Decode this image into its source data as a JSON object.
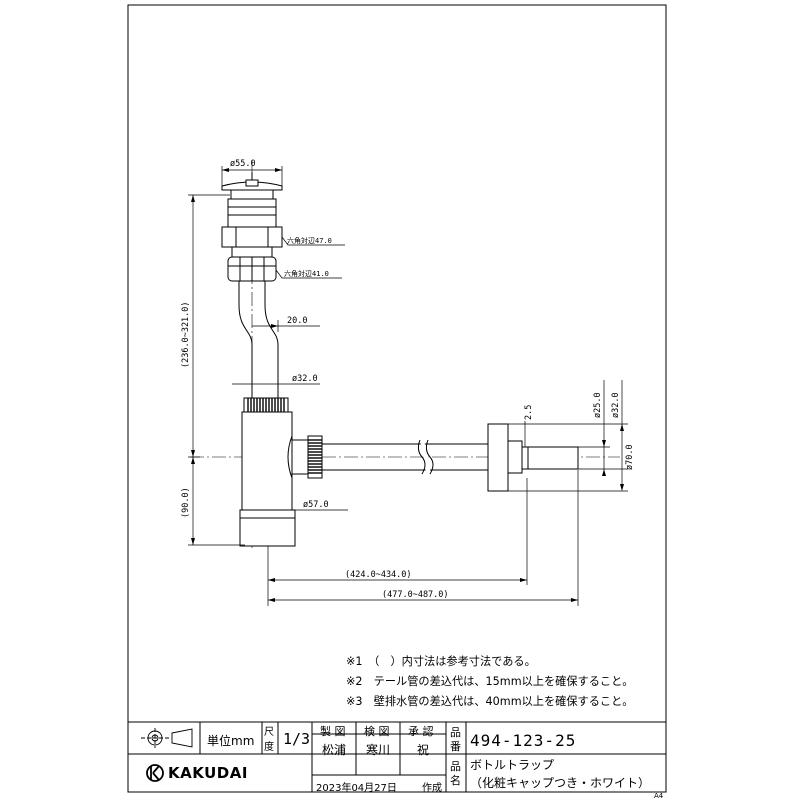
{
  "dimensions": {
    "d55": "ø55.0",
    "hex47": "六角対辺47.0",
    "hex41": "六角対辺41.0",
    "offset20": "20.0",
    "d32a": "ø32.0",
    "height_range": "(236.0~321.0)",
    "d57": "ø57.0",
    "h90": "(90.0)",
    "len_inner": "(424.0~434.0)",
    "len_outer": "(477.0~487.0)",
    "t2_5": "2.5",
    "d25": "ø25.0",
    "d32b": "ø32.0",
    "d70": "ø70.0"
  },
  "notes": [
    "※1　（　）内寸法は参考寸法である。",
    "※2　テール管の差込代は、15mm以上を確保すること。",
    "※3　壁排水管の差込代は、40mm以上を確保すること。"
  ],
  "title_block": {
    "unit_label": "単位mm",
    "scale_label_1": "尺",
    "scale_label_2": "度",
    "scale_value": "1/3",
    "drafted_label": "製 図",
    "checked_label": "検 図",
    "approved_label": "承 認",
    "drafted_by": "松浦",
    "checked_by": "寒川",
    "approved_by": "祝",
    "part_no_label_1": "品",
    "part_no_label_2": "番",
    "part_no": "494-123-25",
    "name_label_1": "品",
    "name_label_2": "名",
    "name_line1": "ボトルトラップ",
    "name_line2": "（化粧キャップつき・ホワイト）",
    "date": "2023年04月27日",
    "created_label": "作成",
    "brand": "KAKUDAI",
    "sheet_size": "A4"
  }
}
